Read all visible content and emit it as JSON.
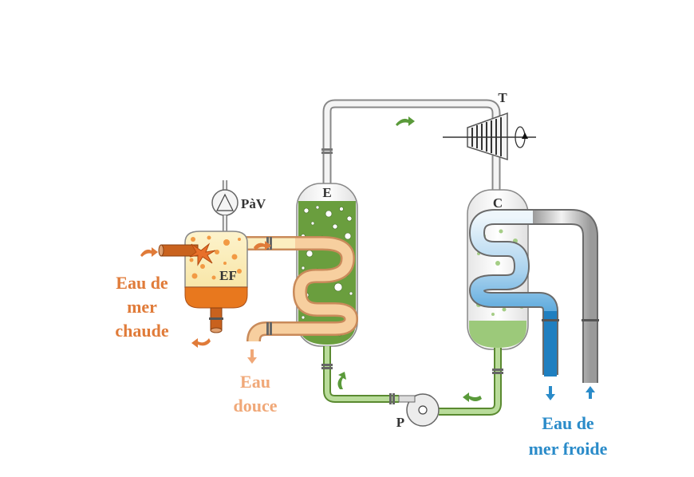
{
  "labels": {
    "turbine": "T",
    "evaporator": "E",
    "condenser": "C",
    "pump": "P",
    "vacuum_pump": "PàV",
    "flash_evaporator": "EF"
  },
  "streams": {
    "warm_seawater": [
      "Eau de",
      "mer",
      "chaude"
    ],
    "fresh_water": [
      "Eau",
      "douce"
    ],
    "cold_seawater": [
      "Eau de",
      "mer froide"
    ]
  },
  "colors": {
    "warm_water": "#e07b39",
    "fresh_water": "#f0a878",
    "cold_water": "#2a8bc9",
    "working_fluid": "#5a9a3a",
    "evaporator_fill": "#6a9e3e",
    "flash_fill": "#fbeec0",
    "flash_bottom": "#e8781e"
  }
}
